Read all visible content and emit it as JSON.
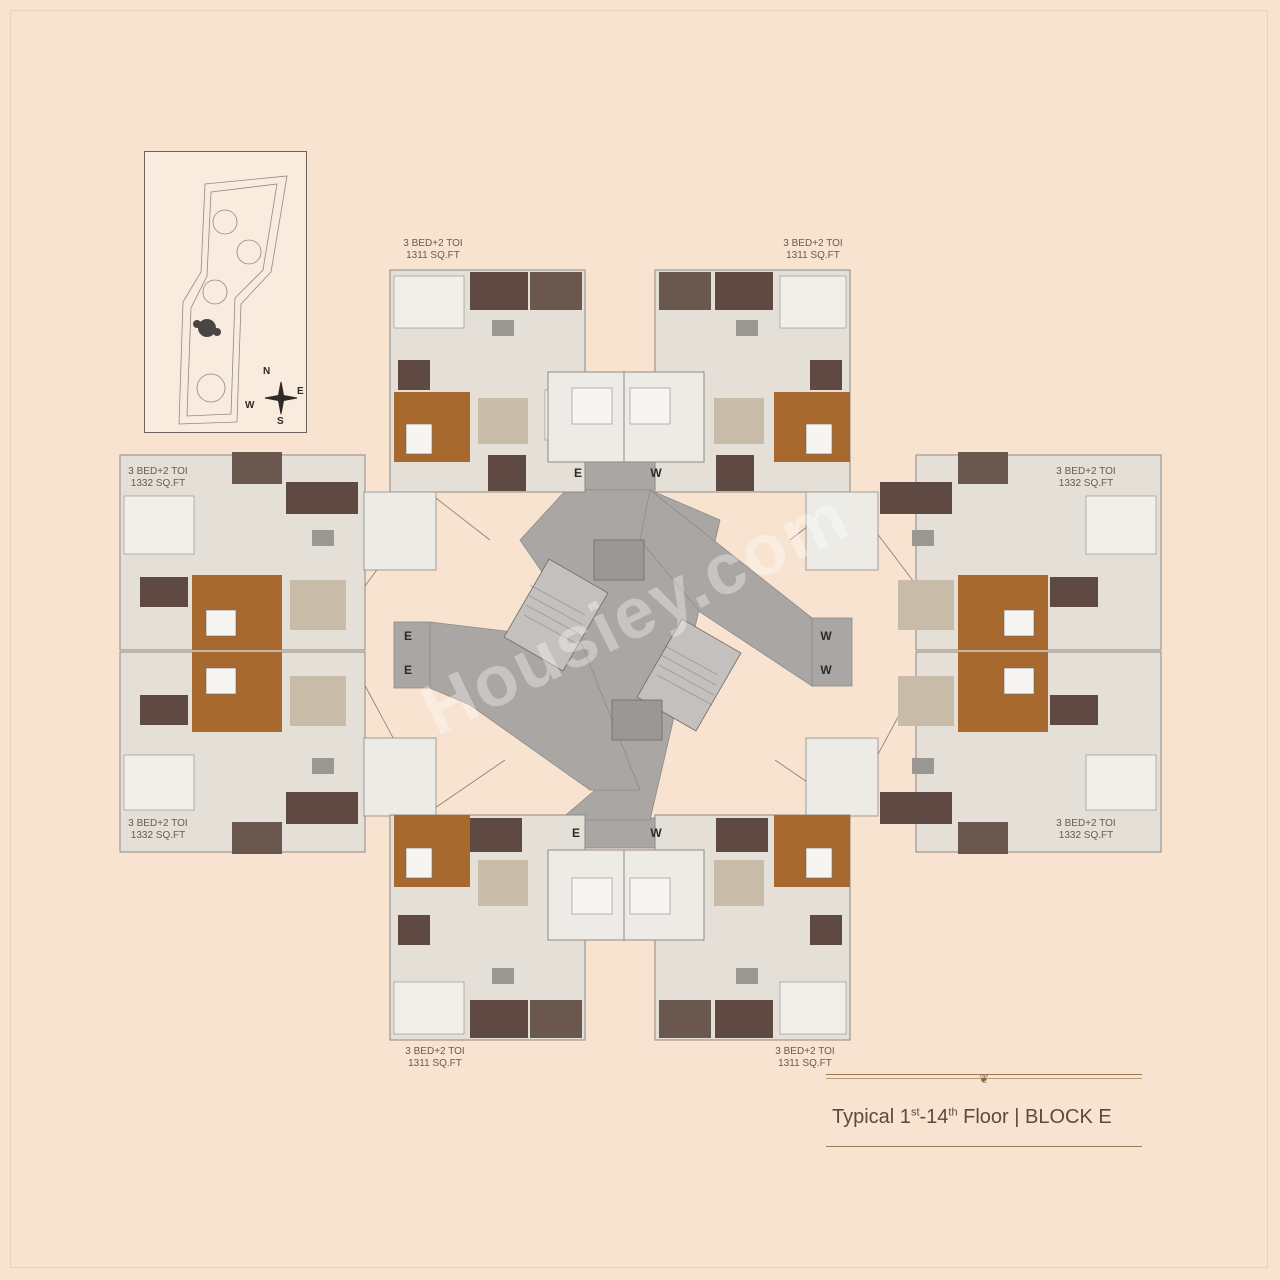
{
  "title": {
    "prefix": "Typical 1",
    "sup1": "st",
    "middle": "-14",
    "sup2": "th",
    "suffix": " Floor | BLOCK E"
  },
  "units": [
    {
      "config": "3 BED+2 TOI",
      "area": "1311 SQ.FT"
    },
    {
      "config": "3 BED+2 TOI",
      "area": "1311 SQ.FT"
    },
    {
      "config": "3 BED+2 TOI",
      "area": "1332 SQ.FT"
    },
    {
      "config": "3 BED+2 TOI",
      "area": "1332 SQ.FT"
    },
    {
      "config": "3 BED+2 TOI",
      "area": "1332 SQ.FT"
    },
    {
      "config": "3 BED+2 TOI",
      "area": "1332 SQ.FT"
    },
    {
      "config": "3 BED+2 TOI",
      "area": "1311 SQ.FT"
    },
    {
      "config": "3 BED+2 TOI",
      "area": "1311 SQ.FT"
    }
  ],
  "lift_markers": {
    "east": "E",
    "west": "W"
  },
  "compass": {
    "n": "N",
    "e": "E",
    "s": "S",
    "w": "W"
  },
  "watermark": "Housiey.com",
  "colors": {
    "background": "#f7e3d0",
    "core": "#a9a6a3",
    "wood": "#a8692f",
    "dark_room": "#5e4a42",
    "floor": "#e4e0d8"
  }
}
